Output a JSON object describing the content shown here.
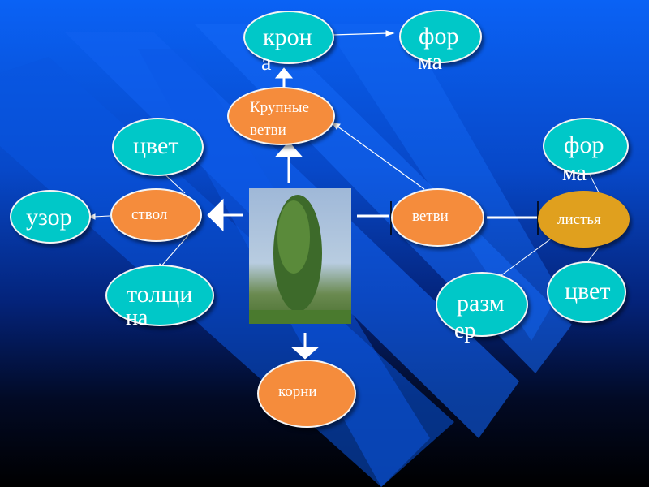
{
  "nodes": {
    "crown": {
      "line1": "крон",
      "line2": "а"
    },
    "crown_shape": {
      "line1": "фор",
      "line2": "ма"
    },
    "big_branches": {
      "line1": "Крупные",
      "line2": "ветви"
    },
    "trunk_color": {
      "label": "цвет"
    },
    "trunk": {
      "label": "ствол"
    },
    "pattern": {
      "label": "узор"
    },
    "thickness": {
      "line1": "толщи",
      "line2": "на"
    },
    "branches": {
      "label": "ветви"
    },
    "leaves": {
      "label": "листья"
    },
    "leaf_shape": {
      "line1": "фор",
      "line2": "ма"
    },
    "leaf_size": {
      "line1": "разм",
      "line2": "ер"
    },
    "leaf_color": {
      "label": "цвет"
    },
    "roots": {
      "label": "корни"
    }
  },
  "colors": {
    "teal": "#00c8c8",
    "orange": "#f58c3c",
    "gold": "#e0a01e"
  }
}
